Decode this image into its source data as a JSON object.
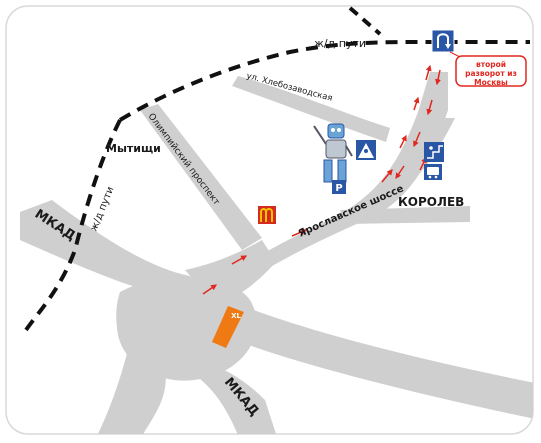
{
  "labels": {
    "railway_top": "ж/д пути",
    "railway_left": "ж/д пути",
    "mytishchi": "Мытищи",
    "olympic": "Олимпийский проспект",
    "khlebozavod": "ул. Хлебозаводская",
    "korolev": "КОРОЛЕВ",
    "yaroslavl": "Ярославское шоссе",
    "mkad_left": "МКАД",
    "mkad_bottom": "МКАД",
    "uturn_note": "второй разворот из Москвы",
    "xl_store": "XL",
    "parking": "P"
  },
  "colors": {
    "road": "#cfcfcf",
    "rail": "#111111",
    "arrow": "#e0281f",
    "sign_blue": "#2a56a6",
    "xl": "#ef7a14",
    "mcd_red": "#d52b1e",
    "mcd_yellow": "#f5c400",
    "callout": "#e0281f"
  },
  "icons": {
    "uturn": "u-turn-sign-icon",
    "pedestrian": "pedestrian-crossing-icon",
    "underpass": "underpass-icon",
    "bus": "bus-stop-icon",
    "parking": "parking-icon",
    "mcdonalds": "mcdonalds-icon",
    "mascot": "robot-mascot-icon"
  }
}
